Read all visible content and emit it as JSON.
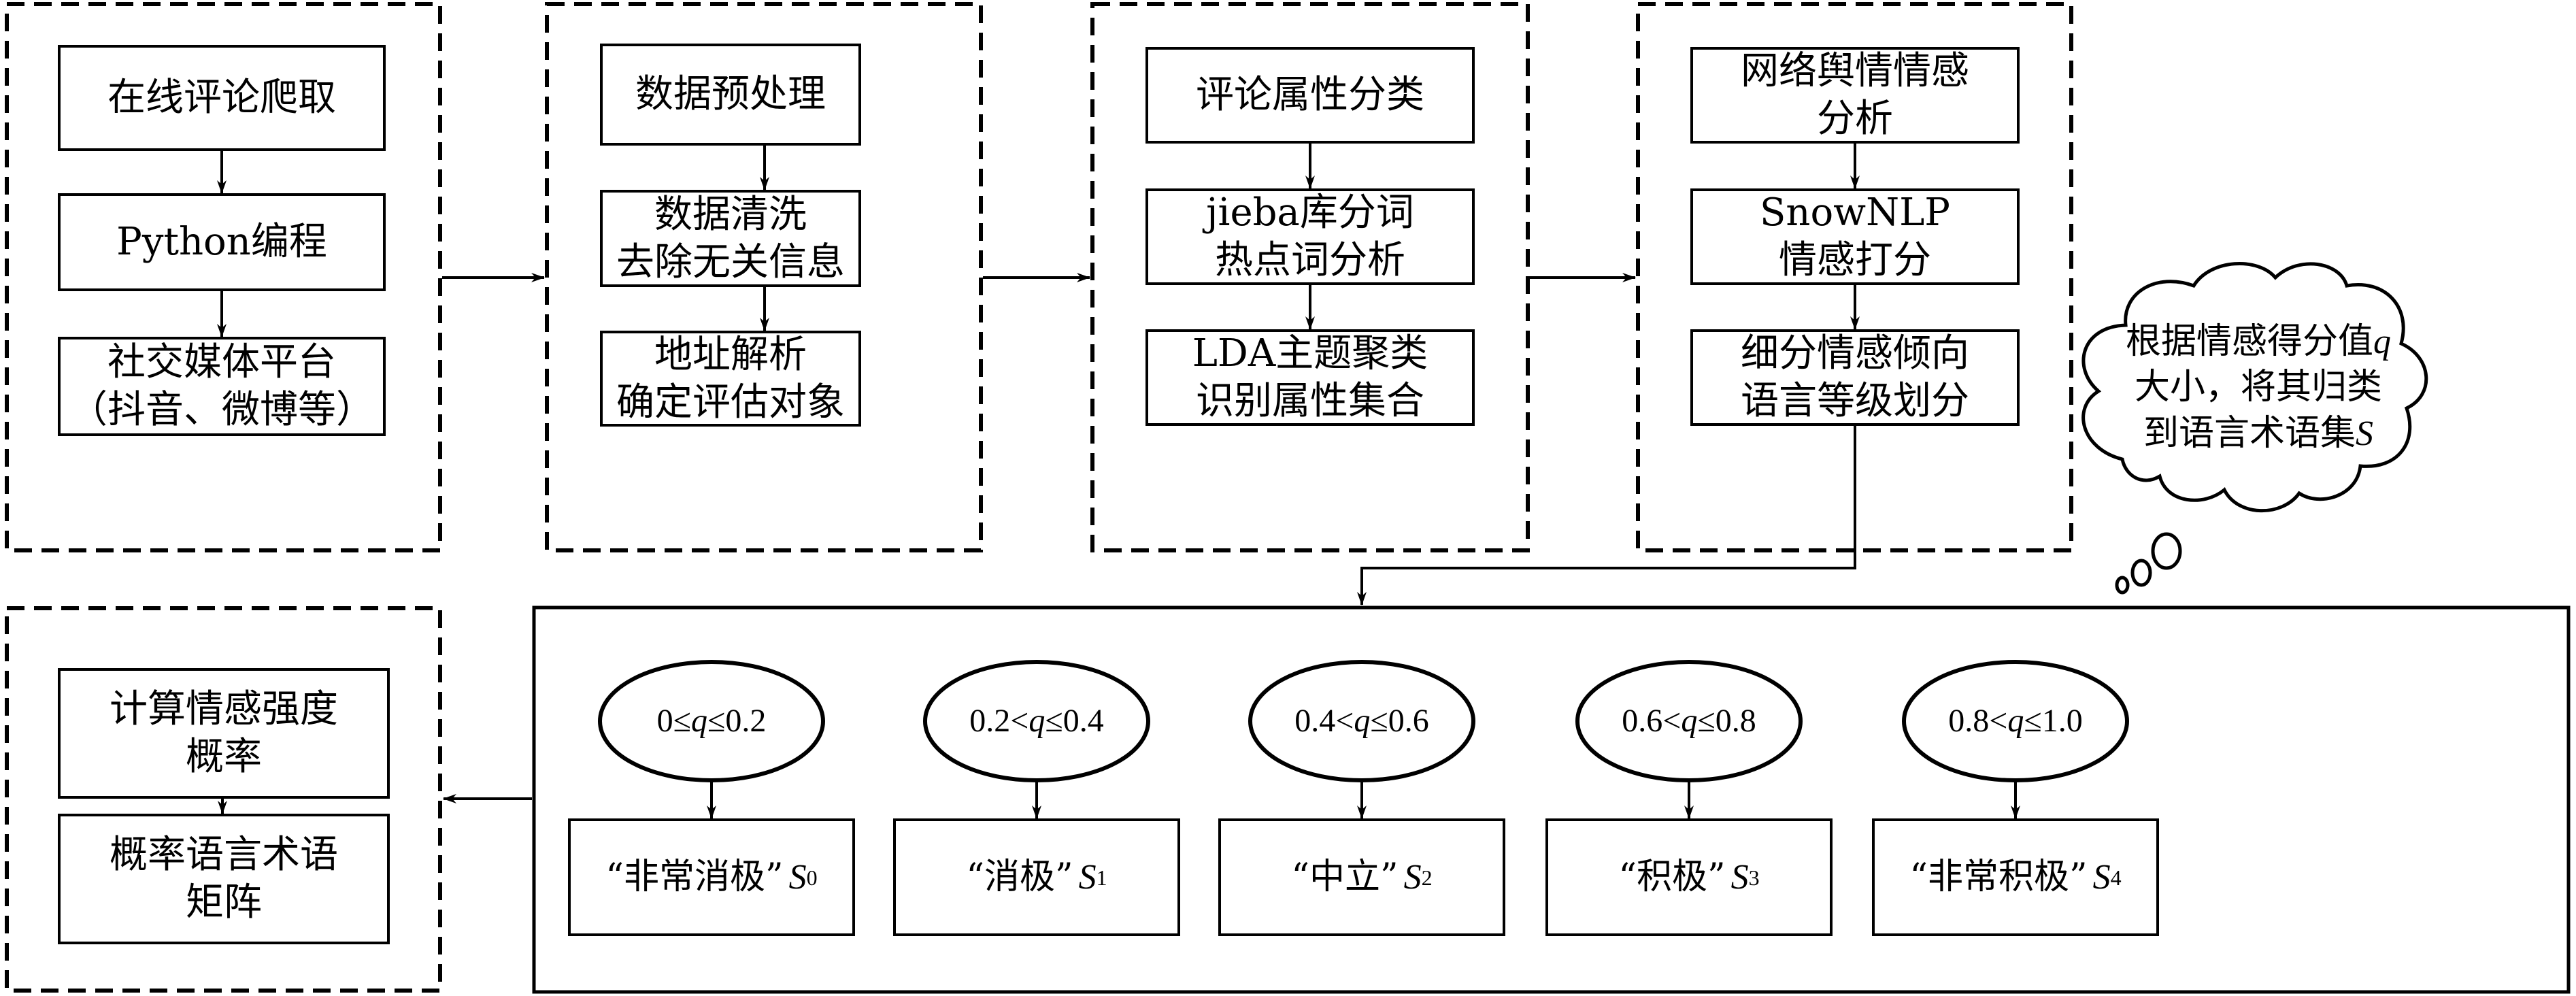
{
  "stages": [
    {
      "name": "crawl",
      "steps": [
        "在线评论爬取",
        "Python编程",
        "社交媒体平台\n（抖音、微博等）"
      ]
    },
    {
      "name": "preprocess",
      "steps": [
        "数据预处理",
        "数据清洗\n去除无关信息",
        "地址解析\n确定评估对象"
      ]
    },
    {
      "name": "attribute",
      "steps": [
        "评论属性分类",
        "jieba库分词\n热点词分析",
        "LDA主题聚类\n识别属性集合"
      ]
    },
    {
      "name": "sentiment",
      "steps": [
        "网络舆情情感\n分析",
        "SnowNLP\n情感打分",
        "细分情感倾向\n语言等级划分"
      ]
    },
    {
      "name": "matrix",
      "steps": [
        "计算情感强度\n概率",
        "概率语言术语\n矩阵"
      ]
    }
  ],
  "thought_bubble": {
    "line1": "根据情感得分值",
    "var_q": "q",
    "line2": "大小，将其归类",
    "line3": "到语言术语集",
    "var_s": "S"
  },
  "classification": [
    {
      "lower": "0",
      "lower_op": "≤",
      "var": "q",
      "upper_op": "≤",
      "upper": "0.2",
      "label": "“非常消极”",
      "term": "S",
      "index": "0"
    },
    {
      "lower": "0.2",
      "lower_op": "<",
      "var": "q",
      "upper_op": "≤",
      "upper": "0.4",
      "label": "“消极”",
      "term": "S",
      "index": "1"
    },
    {
      "lower": "0.4",
      "lower_op": "<",
      "var": "q",
      "upper_op": "≤",
      "upper": "0.6",
      "label": "“中立”",
      "term": "S",
      "index": "2"
    },
    {
      "lower": "0.6",
      "lower_op": "<",
      "var": "q",
      "upper_op": "≤",
      "upper": "0.8",
      "label": "“积极”",
      "term": "S",
      "index": "3"
    },
    {
      "lower": "0.8",
      "lower_op": "<",
      "var": "q",
      "upper_op": "≤",
      "upper": "1.0",
      "label": "“非常积极”",
      "term": "S",
      "index": "4"
    }
  ]
}
